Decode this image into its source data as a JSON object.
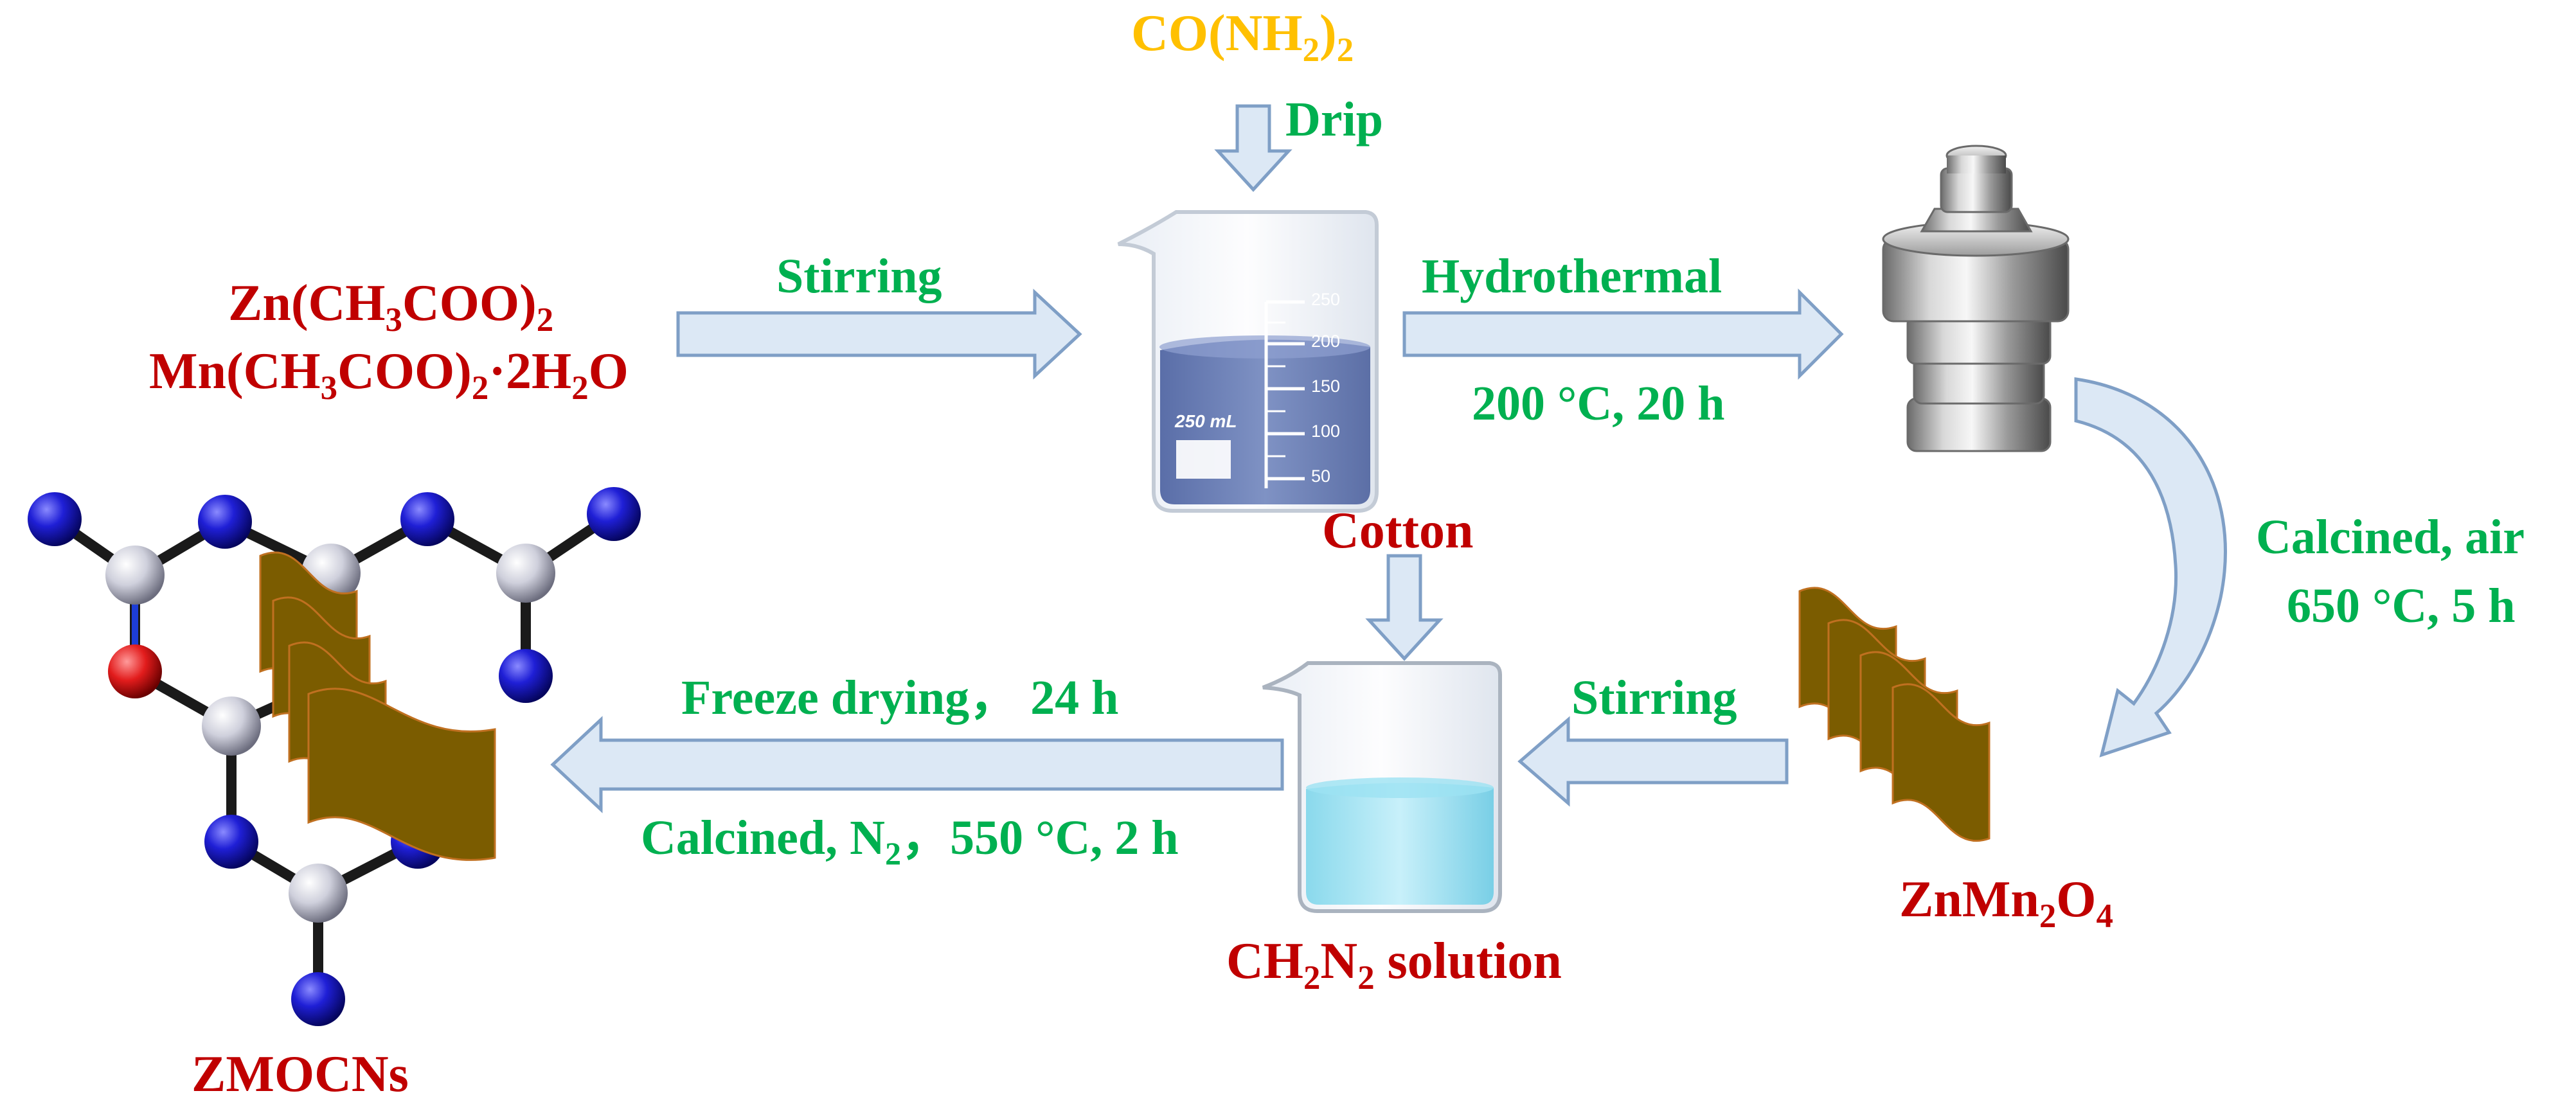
{
  "reagents": {
    "zinc_acetate": {
      "pre": "Zn(CH",
      "s1": "3",
      "mid": "COO)",
      "s2": "2"
    },
    "manganese_acetate": {
      "pre": "Mn(CH",
      "s1": "3",
      "mid": "COO)",
      "s2": "2",
      "dot": "·2H",
      "s3": "2",
      "post": "O"
    },
    "urea": {
      "pre": "CO(NH",
      "s1": "2",
      "mid": ")",
      "s2": "2"
    },
    "cotton": "Cotton",
    "cyanamide_solution": {
      "pre": "CH",
      "s1": "2",
      "mid": "N",
      "s2": "2",
      "post": " solution"
    }
  },
  "products": {
    "spinel": {
      "pre": "ZnMn",
      "s1": "2",
      "mid": "O",
      "s2": "4"
    },
    "composite": "ZMOCNs"
  },
  "steps": {
    "drip": "Drip",
    "stirring_1": "Stirring",
    "hydrothermal": "Hydrothermal",
    "hydrothermal_cond": "200 °C, 20 h",
    "calcined_air": "Calcined, air",
    "calcined_air_cond": "650 °C, 5 h",
    "stirring_2": "Stirring",
    "freeze_drying": "Freeze drying，  24 h",
    "calcined_n2": {
      "pre": "Calcined, N",
      "s1": "2",
      "post": "，550 °C, 2 h"
    }
  },
  "beaker_1": {
    "volume_label": "250 mL",
    "scale_marks": [
      "250",
      "200",
      "150",
      "100",
      "50"
    ]
  },
  "colors": {
    "reagent_text": "#c00000",
    "condition_text": "#00b050",
    "urea_text": "#ffc000",
    "arrow_fill": "#dce8f5",
    "arrow_stroke": "#7f9fc6",
    "sheet_fill": "#7b5c00",
    "atom_nitrogen": "#1010c8",
    "atom_carbon": "#c8c8d8",
    "atom_oxygen": "#e02020"
  }
}
